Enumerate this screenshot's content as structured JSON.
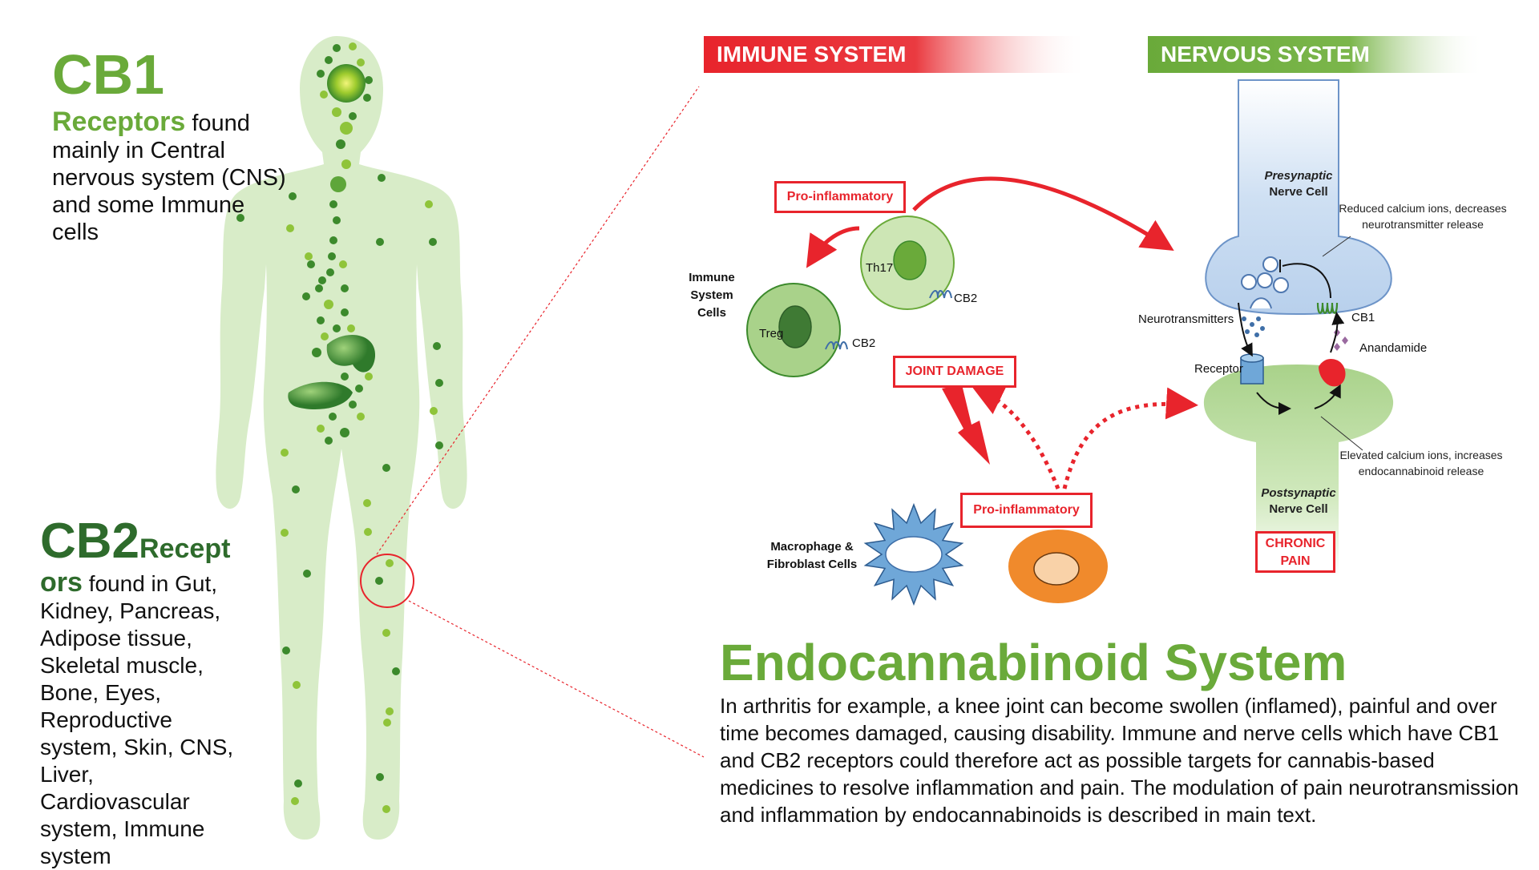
{
  "colors": {
    "cb1_green": "#6aaa3a",
    "cb2_green": "#2e6b2c",
    "immune_red": "#e8242c",
    "nervous_green": "#6aaa3a",
    "body_fill": "#d8ecc8"
  },
  "left": {
    "cb1_title": "CB1",
    "cb1_strong": "Receptors",
    "cb1_rest": " found mainly in Central nervous system (CNS) and some Immune cells",
    "cb2_title": "CB2",
    "cb2_title_suffix": "Recept",
    "cb2_strong": "ors",
    "cb2_rest": " found in Gut, Kidney, Pancreas, Adipose tissue, Skeletal muscle, Bone, Eyes, Reproductive system, Skin, CNS, Liver, Cardiovascular system, Immune system"
  },
  "headers": {
    "immune": "IMMUNE SYSTEM",
    "nervous": "NERVOUS SYSTEM"
  },
  "immune": {
    "pro_inflammatory_top": "Pro-inflammatory",
    "th17": "Th17",
    "cb2_th17": "CB2",
    "treg": "Treg",
    "cb2_treg": "CB2",
    "immune_cells_label": "Immune System Cells",
    "joint_damage": "JOINT DAMAGE",
    "pro_inflammatory_bottom": "Pro-inflammatory",
    "macrophage_label": "Macrophage & Fibroblast Cells"
  },
  "nervous": {
    "presynaptic": "Presynaptic",
    "presynaptic_sub": "Nerve Cell",
    "reduced_calcium": "Reduced calcium ions, decreases neurotransmitter release",
    "neurotransmitters": "Neurotransmitters",
    "cb1": "CB1",
    "anandamide": "Anandamide",
    "receptor": "Receptor",
    "elevated_calcium": "Elevated calcium ions, increases endocannabinoid release",
    "postsynaptic": "Postsynaptic",
    "postsynaptic_sub": "Nerve Cell",
    "chronic_pain": "CHRONIC PAIN"
  },
  "main": {
    "title": "Endocannabinoid System",
    "text": "In arthritis for example, a knee joint can become swollen (inflamed), painful and over time becomes damaged, causing disability. Immune and nerve cells which have CB1 and CB2 receptors could therefore act as possible targets for cannabis-based medicines to resolve inflammation and pain. The modulation of pain neurotransmission and inflammation by endocannabinoids is described in main text."
  }
}
